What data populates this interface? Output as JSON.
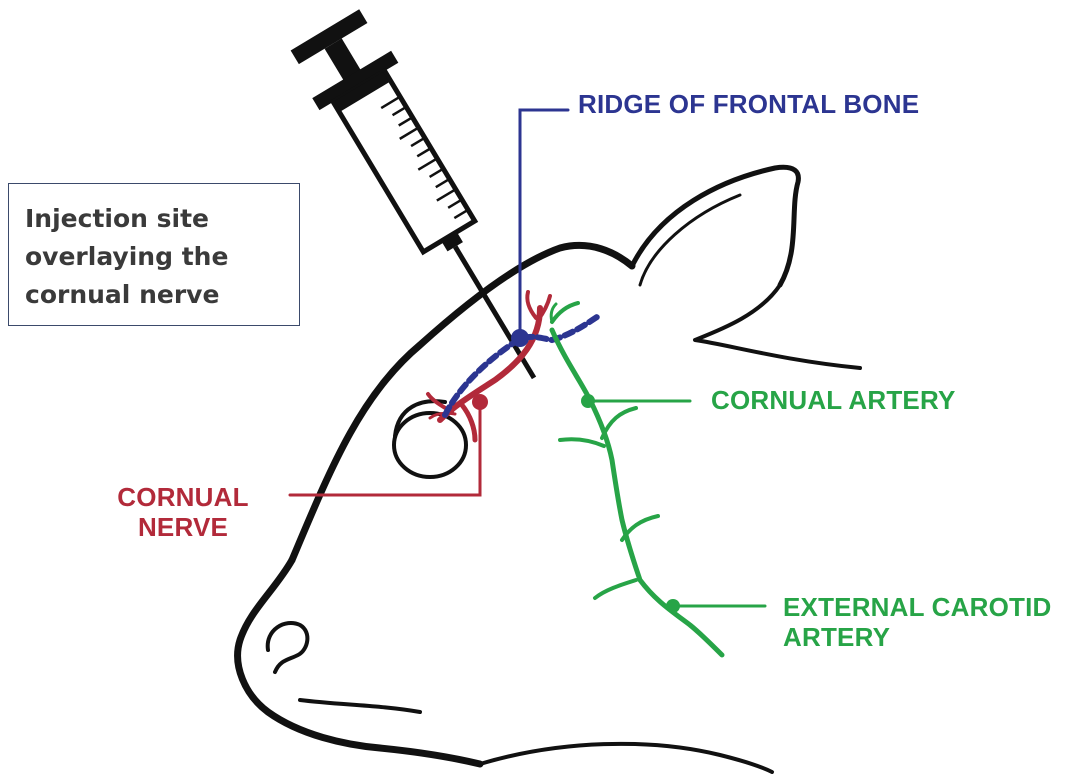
{
  "callout": {
    "lines": [
      "Injection site",
      "overlaying the",
      "cornual nerve"
    ]
  },
  "labels": {
    "ridge_of_frontal_bone": "RIDGE OF FRONTAL BONE",
    "cornual_artery": "CORNUAL ARTERY",
    "cornual_nerve": [
      "CORNUAL",
      "NERVE"
    ],
    "external_carotid_artery": [
      "EXTERNAL CAROTID",
      "ARTERY"
    ]
  },
  "colors": {
    "outline": "#111111",
    "nerve": "#b22a3a",
    "ridge": "#2c3591",
    "artery": "#27a447",
    "callout_border": "#3b4a6b"
  }
}
